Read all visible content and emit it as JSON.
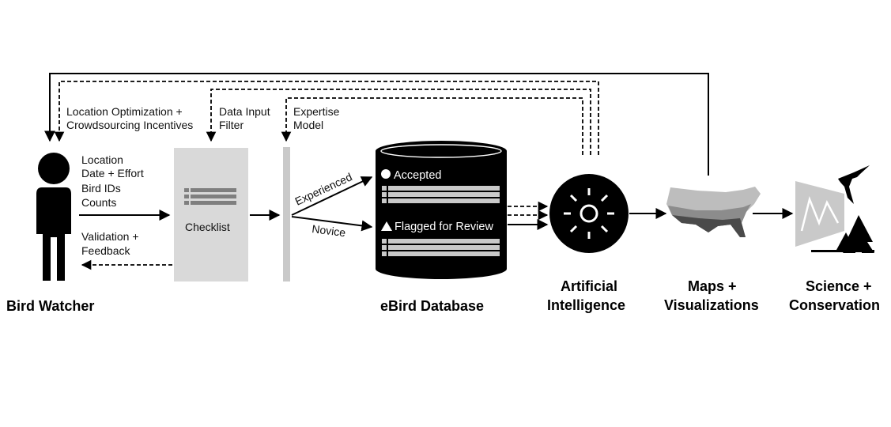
{
  "nodes": {
    "bird_watcher": {
      "title": "Bird Watcher"
    },
    "checklist": {
      "label": "Checklist"
    },
    "database": {
      "title": "eBird Database",
      "accepted_label": "Accepted",
      "flagged_label": "Flagged for Review"
    },
    "ai": {
      "title_line1": "Artificial",
      "title_line2": "Intelligence"
    },
    "maps": {
      "title_line1": "Maps +",
      "title_line2": "Visualizations"
    },
    "science": {
      "title_line1": "Science +",
      "title_line2": "Conservation"
    }
  },
  "inputs": {
    "lines": [
      "Location",
      "Date + Effort",
      "Bird IDs",
      "Counts"
    ]
  },
  "feedback": {
    "lines": [
      "Validation +",
      "Feedback"
    ]
  },
  "feedback_loops": {
    "location": [
      "Location Optimization +",
      "Crowdsourcing Incentives"
    ],
    "data_filter": [
      "Data Input",
      "Filter"
    ],
    "expertise": [
      "Expertise",
      "Model"
    ]
  },
  "branches": {
    "experienced": "Experienced",
    "novice": "Novice"
  },
  "colors": {
    "ink": "#000000",
    "panel_gray": "#d9d9d9",
    "bar_gray": "#c9c9c9",
    "map_light": "#bdbdbd",
    "map_mid": "#8c8c8c",
    "map_dark": "#4a4a4a"
  },
  "icons": [
    "person-icon",
    "checklist-icon",
    "database-cylinder",
    "sun-icon",
    "usa-map-icon",
    "bird-icon",
    "trees-icon",
    "line-chart-icon"
  ]
}
